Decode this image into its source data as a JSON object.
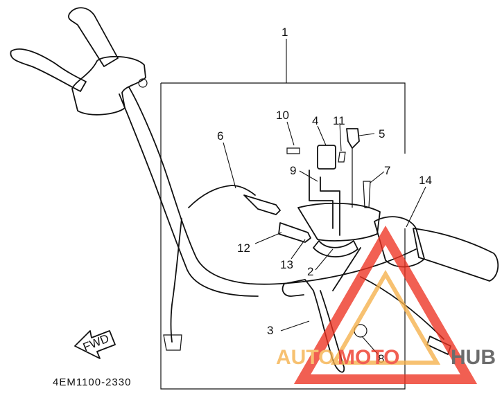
{
  "diagram": {
    "callouts": [
      {
        "id": "c1",
        "label": "1"
      },
      {
        "id": "c2",
        "label": "2"
      },
      {
        "id": "c3",
        "label": "3"
      },
      {
        "id": "c4",
        "label": "4"
      },
      {
        "id": "c5",
        "label": "5"
      },
      {
        "id": "c6",
        "label": "6"
      },
      {
        "id": "c7",
        "label": "7"
      },
      {
        "id": "c8",
        "label": "8"
      },
      {
        "id": "c9",
        "label": "9"
      },
      {
        "id": "c10",
        "label": "10"
      },
      {
        "id": "c11",
        "label": "11"
      },
      {
        "id": "c12",
        "label": "12"
      },
      {
        "id": "c13",
        "label": "13"
      },
      {
        "id": "c14",
        "label": "14"
      }
    ],
    "fwd_label": "FWD",
    "part_code": "4EM1100-2330"
  },
  "watermark": {
    "word_left": "AUTO",
    "word_mid": "MOTO",
    "word_right": "HUB",
    "color_main": "#ee3322",
    "color_light": "#f5b04a",
    "color_dark": "#444444"
  }
}
